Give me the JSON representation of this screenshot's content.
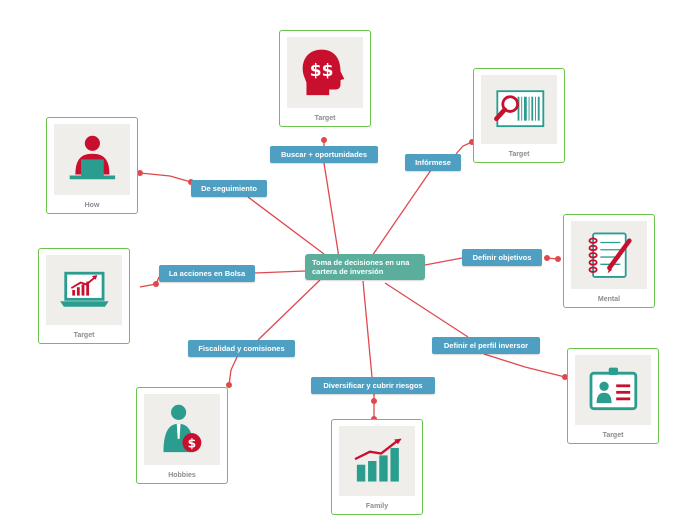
{
  "map": {
    "center": "Toma de decisiones en una cartera de inversión",
    "nodes": {
      "buscar": "Buscar + oportunidades",
      "informese": "Infórmese",
      "seguimiento": "De seguimiento",
      "definir_objetivos": "Definir objetivos",
      "acciones_bolsa": "La acciones en Bolsa",
      "fiscalidad": "Fiscalidad y comisiones",
      "perfil_inversor": "Definir el perfil inversor",
      "diversificar": "Diversificar y cubrir riesgos"
    },
    "cards": {
      "dollar_head": "Target",
      "barcode": "Target",
      "worker": "How",
      "notebook": "Mental",
      "laptop": "Target",
      "id_badge": "Target",
      "businessman": "Hobbies",
      "growth_chart": "Family"
    },
    "icons": {
      "dollar_head": "head-dollar-icon",
      "barcode": "barcode-magnifier-icon",
      "worker": "desk-worker-icon",
      "notebook": "notebook-pen-icon",
      "laptop": "laptop-chart-icon",
      "id_badge": "id-badge-icon",
      "businessman": "businessman-dollar-icon",
      "growth_chart": "growth-chart-icon"
    },
    "colors": {
      "topic": "#4f9fc3",
      "center": "#5aae9b",
      "link": "#e0484e",
      "card_border": "#6cc24a",
      "icon_red": "#c8102e",
      "icon_teal": "#2a9d8f"
    }
  }
}
